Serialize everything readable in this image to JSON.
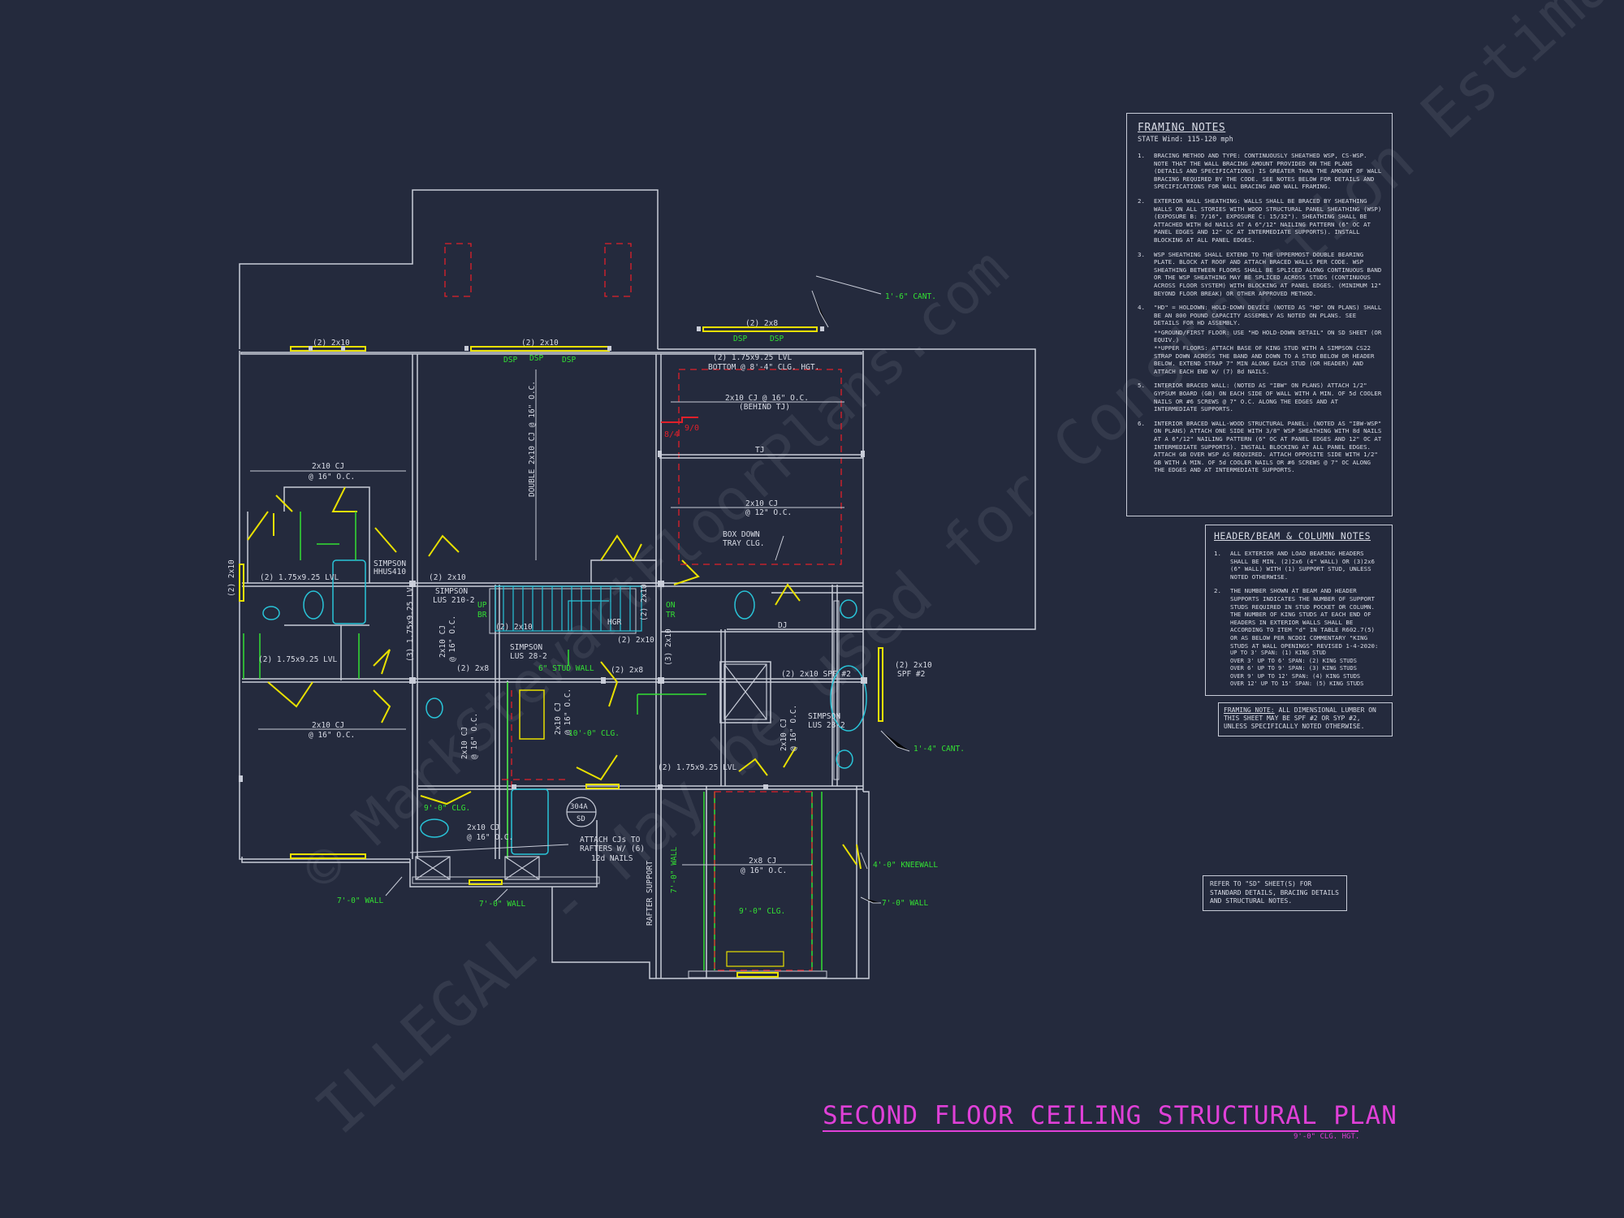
{
  "title": "SECOND FLOOR CEILING STRUCTURAL PLAN",
  "subtitle": "9'-0\" CLG. HGT.",
  "framing_notes": {
    "title": "FRAMING NOTES",
    "state_wind": "STATE Wind: 115-120 mph",
    "items": [
      {
        "num": "1.",
        "text": "BRACING METHOD AND TYPE: CONTINUOUSLY SHEATHED WSP, CS-WSP. NOTE THAT THE WALL BRACING AMOUNT PROVIDED ON THE PLANS (DETAILS AND SPECIFICATIONS) IS GREATER THAN THE AMOUNT OF WALL BRACING REQUIRED BY THE CODE. SEE NOTES BELOW FOR DETAILS AND SPECIFICATIONS FOR WALL BRACING AND WALL FRAMING."
      },
      {
        "num": "2.",
        "text": "EXTERIOR WALL SHEATHING: WALLS SHALL BE BRACED BY SHEATHING WALLS ON ALL STORIES WITH WOOD STRUCTURAL PANEL SHEATHING (WSP) (EXPOSURE B: 7/16\", EXPOSURE C: 15/32\"). SHEATHING SHALL BE ATTACHED WITH 8d NAILS AT A 6\"/12\" NAILING PATTERN (6\" OC AT PANEL EDGES AND 12\" OC AT INTERMEDIATE SUPPORTS). INSTALL BLOCKING AT ALL PANEL EDGES."
      },
      {
        "num": "3.",
        "text": "WSP SHEATHING SHALL EXTEND TO THE UPPERMOST DOUBLE BEARING PLATE. BLOCK AT ROOF AND ATTACH BRACED WALLS PER CODE. WSP SHEATHING BETWEEN FLOORS SHALL BE SPLICED ALONG CONTINUOUS BAND OR THE WSP SHEATHING MAY BE SPLICED ACROSS STUDS (CONTINUOUS ACROSS FLOOR SYSTEM) WITH BLOCKING AT PANEL EDGES. (MINIMUM 12\" BEYOND FLOOR BREAK) OR OTHER APPROVED METHOD."
      },
      {
        "num": "4.",
        "text": "\"HD\" = HOLDOWN: HOLD-DOWN DEVICE (NOTED AS \"HD\" ON PLANS) SHALL BE AN 800 POUND CAPACITY ASSEMBLY AS NOTED ON PLANS. SEE DETAILS FOR HD ASSEMBLY."
      }
    ],
    "bullets": [
      "**GROUND/FIRST FLOOR: USE \"HD HOLD-DOWN DETAIL\" ON SD SHEET (OR EQUIV.)",
      "**UPPER FLOORS: ATTACH BASE OF KING STUD WITH A SIMPSON CS22 STRAP DOWN ACROSS THE BAND AND DOWN TO A STUD BELOW OR HEADER BELOW. EXTEND STRAP 7\" MIN ALONG EACH STUD (OR HEADER) AND ATTACH EACH END W/ (7) 8d NAILS."
    ],
    "items2": [
      {
        "num": "5.",
        "text": "INTERIOR BRACED WALL: (NOTED AS \"IBW\" ON PLANS) ATTACH 1/2\" GYPSUM BOARD (GB) ON EACH SIDE OF WALL WITH A MIN. OF 5d COOLER NAILS OR #6 SCREWS @ 7\" O.C. ALONG THE EDGES AND AT INTERMEDIATE SUPPORTS."
      },
      {
        "num": "6.",
        "text": "INTERIOR BRACED WALL-WOOD STRUCTURAL PANEL: (NOTED AS \"IBW-WSP\" ON PLANS) ATTACH ONE SIDE WITH 3/8\" WSP SHEATHING WITH 8d NAILS AT A 6\"/12\" NAILING PATTERN (6\" OC AT PANEL EDGES AND 12\" OC AT INTERMEDIATE SUPPORTS). INSTALL BLOCKING AT ALL PANEL EDGES. ATTACH GB OVER WSP AS REQUIRED. ATTACH OPPOSITE SIDE WITH 1/2\" GB WITH A MIN. OF 5d COOLER NAILS OR #6 SCREWS @ 7\" OC ALONG THE EDGES AND AT INTERMEDIATE SUPPORTS."
      }
    ]
  },
  "header_notes": {
    "title": "HEADER/BEAM & COLUMN NOTES",
    "items": [
      {
        "num": "1.",
        "text": "ALL EXTERIOR AND LOAD BEARING HEADERS SHALL BE MIN. (2)2x6 (4\" WALL) OR (3)2x6 (6\" WALL) WITH (1) SUPPORT STUD, UNLESS NOTED OTHERWISE."
      },
      {
        "num": "2.",
        "text": "THE NUMBER SHOWN AT BEAM AND HEADER SUPPORTS INDICATES THE NUMBER OF SUPPORT STUDS REQUIRED IN STUD POCKET OR COLUMN. THE NUMBER OF KING STUDS AT EACH END OF HEADERS IN EXTERIOR WALLS SHALL BE ACCORDING TO ITEM \"d\" IN TABLE R602.7(5) OR AS BELOW PER NCDOI COMMENTARY \"KING STUDS AT WALL OPENINGS\" REVISED 1-4-2020:"
      }
    ],
    "bullets": [
      "UP TO 3' SPAN: (1) KING STUD",
      "OVER 3' UP TO 6' SPAN: (2) KING STUDS",
      "OVER 6' UP TO 9' SPAN: (3) KING STUDS",
      "OVER 9' UP TO 12' SPAN: (4) KING STUDS",
      "OVER 12' UP TO 15' SPAN: (5) KING STUDS"
    ]
  },
  "framing_note": {
    "label": "FRAMING NOTE:",
    "text": "ALL DIMENSIONAL LUMBER ON THIS SHEET MAY BE SPF #2 OR SYP #2, UNLESS SPECIFICALLY NOTED OTHERWISE."
  },
  "refer_note": "REFER TO \"SD\" SHEET(S) FOR STANDARD DETAILS, BRACING DETAILS AND STRUCTURAL NOTES.",
  "watermark": [
    "ILLEGAL - May be used for Construction Estimating",
    "© MarkStewartFloorPlans.com"
  ],
  "colors": {
    "background": "#242a3d",
    "wall": "#c8ccd8",
    "green": "#33e033",
    "yellow": "#e8e000",
    "red": "#e0202a",
    "cyan": "#29c4d8",
    "magenta": "#e040d8"
  },
  "labels": {
    "h1": "(2) 2x10",
    "h2": "(2) 2x10",
    "h3": "(2) 2x8",
    "dsp": "DSP",
    "lvl_top": "(2) 1.75x9.25 LVL",
    "bottom_clg": "BOTTOM @ 8'-4\" CLG. HGT.",
    "cj_behind": "2x10 CJ @ 16\" O.C.",
    "behind_tj": "(BEHIND TJ)",
    "tj": "TJ",
    "cj_12": "2x10 CJ",
    "cj_12b": "@ 12\" O.C.",
    "box_down": "BOX DOWN",
    "tray": "TRAY CLG.",
    "cant1": "1'-6\" CANT.",
    "cant2": "1'-4\" CANT.",
    "double_cj": "DOUBLE 2x10 CJ @ 16\" O.C.",
    "cj_a": "2x10 CJ",
    "cj_b": "@ 16\" O.C.",
    "wall_2x10": "(2) 2x10",
    "lvl_1": "(2) 1.75x9.25 LVL",
    "lvl_2": "(2) 1.75x9.25 LVL",
    "simpson_a": "SIMPSON",
    "hhus": "HHUS410",
    "simpson_b": "SIMPSON",
    "lus_a": "LUS 210-2",
    "simpson_c": "SIMPSON",
    "lus_b": "LUS 28-2",
    "simpson_d": "SIMPSON",
    "lus_c": "LUS 28-2",
    "stud_wall": "6\" STUD WALL",
    "clg_10": "10'-0\" CLG.",
    "clg_9": "9'-0\" CLG.",
    "clg_9b": "9'-0\" CLG.",
    "attach1": "ATTACH CJs TO",
    "attach2": "RAFTERS W/ (6)",
    "attach3": "12d NAILS",
    "cj_2x8": "2x8 CJ",
    "cj_2x8b": "@ 16\" O.C.",
    "dj": "DJ",
    "spf": "(2) 2x10 SPF #2",
    "spf_b": "(2) 2x10",
    "spf_c": "SPF #2",
    "lvl_3": "(2) 1.75x9.25 LVL",
    "lvl_v": "(3) 1.75x9.25 LVL",
    "wall7_a": "7'-0\" WALL",
    "wall7_b": "7'-0\" WALL",
    "wall7_c": "7'-0\" WALL",
    "wall7_d": "7'-0\" WALL",
    "kneewall": "4'-0\" KNEEWALL",
    "rafter": "RAFTER SUPPORT",
    "up": "UP",
    "br": "BR",
    "on": "ON",
    "tr": "TR",
    "hgr": "HGR",
    "b2x10": "(2) 2x10",
    "b2x10b": "(2) 2x10",
    "b2x8": "(2) 2x8",
    "b2x8b": "(2) 2x8",
    "b2x10c": "(2) 2x10",
    "b2x10v": "(3) 2x10",
    "b2x10v2": "(2) 2x10",
    "tag": "304A",
    "tag_b": "SD",
    "n84": "8/4",
    "n910": "9/0"
  }
}
